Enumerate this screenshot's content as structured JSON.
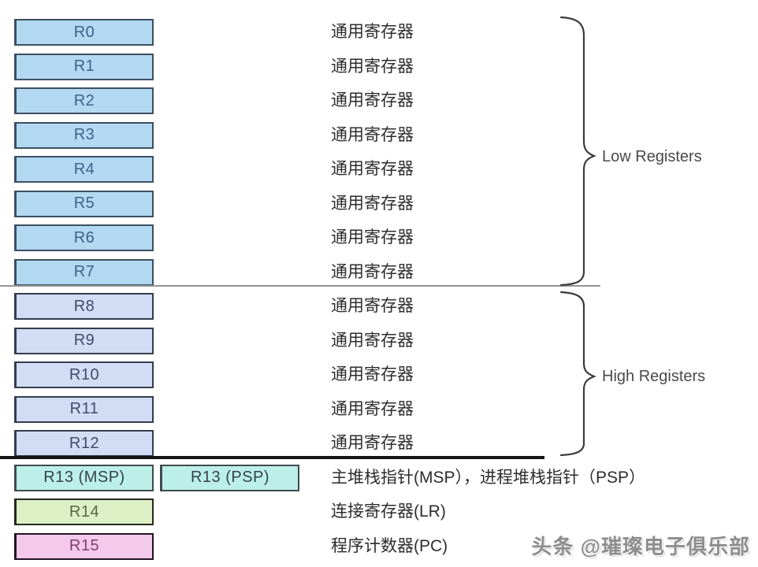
{
  "registers": [
    {
      "name": "R0",
      "desc": "通用寄存器",
      "style": "blue"
    },
    {
      "name": "R1",
      "desc": "通用寄存器",
      "style": "blue"
    },
    {
      "name": "R2",
      "desc": "通用寄存器",
      "style": "blue"
    },
    {
      "name": "R3",
      "desc": "通用寄存器",
      "style": "blue"
    },
    {
      "name": "R4",
      "desc": "通用寄存器",
      "style": "blue"
    },
    {
      "name": "R5",
      "desc": "通用寄存器",
      "style": "blue"
    },
    {
      "name": "R6",
      "desc": "通用寄存器",
      "style": "blue"
    },
    {
      "name": "R7",
      "desc": "通用寄存器",
      "style": "blue"
    },
    {
      "name": "R8",
      "desc": "通用寄存器",
      "style": "lavender"
    },
    {
      "name": "R9",
      "desc": "通用寄存器",
      "style": "lavender"
    },
    {
      "name": "R10",
      "desc": "通用寄存器",
      "style": "lavender"
    },
    {
      "name": "R11",
      "desc": "通用寄存器",
      "style": "lavender"
    },
    {
      "name": "R12",
      "desc": "通用寄存器",
      "style": "lavender"
    },
    {
      "name": "R13 (MSP)",
      "name2": "R13 (PSP)",
      "desc": "主堆栈指针(MSP），进程堆栈指针（PSP）",
      "style": "cyan"
    },
    {
      "name": "R14",
      "desc": "连接寄存器(LR)",
      "style": "green"
    },
    {
      "name": "R15",
      "desc": "程序计数器(PC)",
      "style": "pink"
    }
  ],
  "groups": [
    {
      "label": "Low Registers"
    },
    {
      "label": "High Registers"
    }
  ],
  "watermark": "头条 @璀璨电子俱乐部",
  "colors": {
    "blue": {
      "bg": "#b3d8f2",
      "border": "#3d4f63",
      "text": "#3f6186"
    },
    "lavender": {
      "bg": "#d3dcf5",
      "border": "#343d4e",
      "text": "#3d4c68"
    },
    "cyan": {
      "bg": "#bdefe9",
      "border": "#3e4b50",
      "text": "#33424a"
    },
    "green": {
      "bg": "#ddefc4",
      "border": "#242a1e",
      "text": "#566844"
    },
    "pink": {
      "bg": "#f4c9ec",
      "border": "#201522",
      "text": "#7e3f6e"
    }
  }
}
